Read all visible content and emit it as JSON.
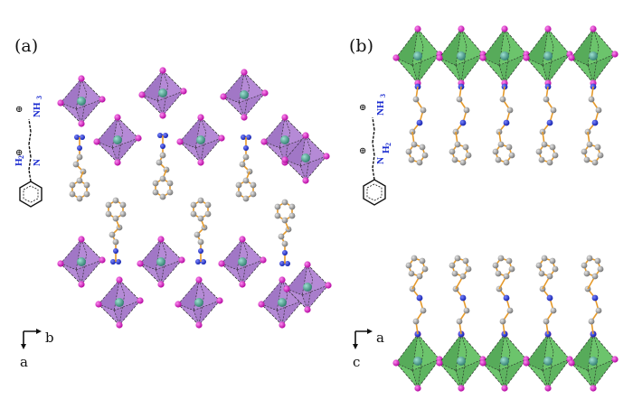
{
  "panels": [
    {
      "label": "(a)",
      "axis_right": "b",
      "axis_down": "a"
    },
    {
      "label": "(b)",
      "axis_right": "a",
      "axis_down": "c"
    }
  ],
  "molecule": {
    "nh3": "NH",
    "nh3_sub": "3",
    "h2": "H",
    "h2_sub": "2",
    "n": "N",
    "charge": "⊕"
  },
  "colors": {
    "octahedron_a": "#b58ad6",
    "octahedron_a_dark": "#8a5fb4",
    "octahedron_b": "#6cc46c",
    "octahedron_b_dark": "#3f8f45",
    "metal_atom": "#3f9b8a",
    "halide_atom": "#e000c8",
    "carbon_atom": "#8e8e8e",
    "nitrogen_atom": "#1c2bd6",
    "bond": "#e69a2a",
    "label_blue": "#1a2bd0"
  }
}
